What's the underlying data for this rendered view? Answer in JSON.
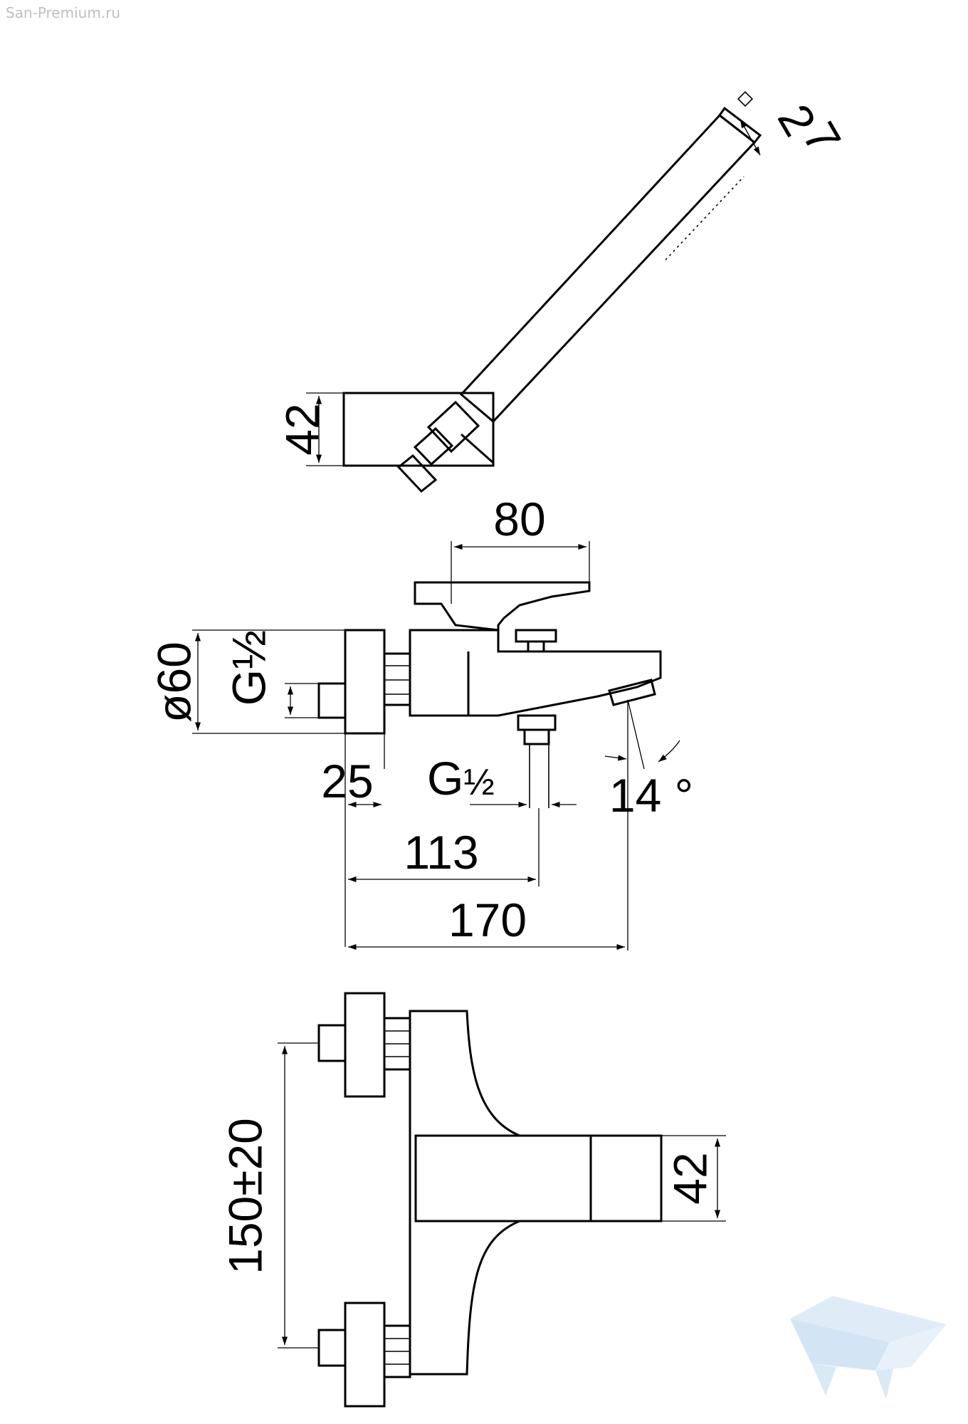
{
  "watermark": "San-Premium.ru",
  "hand_shower": {
    "diag_label_a": "2",
    "diag_label_b": "7",
    "holder_height": "42"
  },
  "side_view": {
    "lever_length": "80",
    "diameter": "ø60",
    "inlet_thread": "G½",
    "outlet_thread_main": "G",
    "outlet_thread_frac": "½",
    "inlet_depth": "25",
    "shower_outlet_distance": "113",
    "projection": "170",
    "spout_angle": "14 °"
  },
  "top_view": {
    "centres": "150±20",
    "spout_width": "42"
  },
  "logo": {
    "name": "bath-logo-icon",
    "color": "#cfe3f5"
  }
}
